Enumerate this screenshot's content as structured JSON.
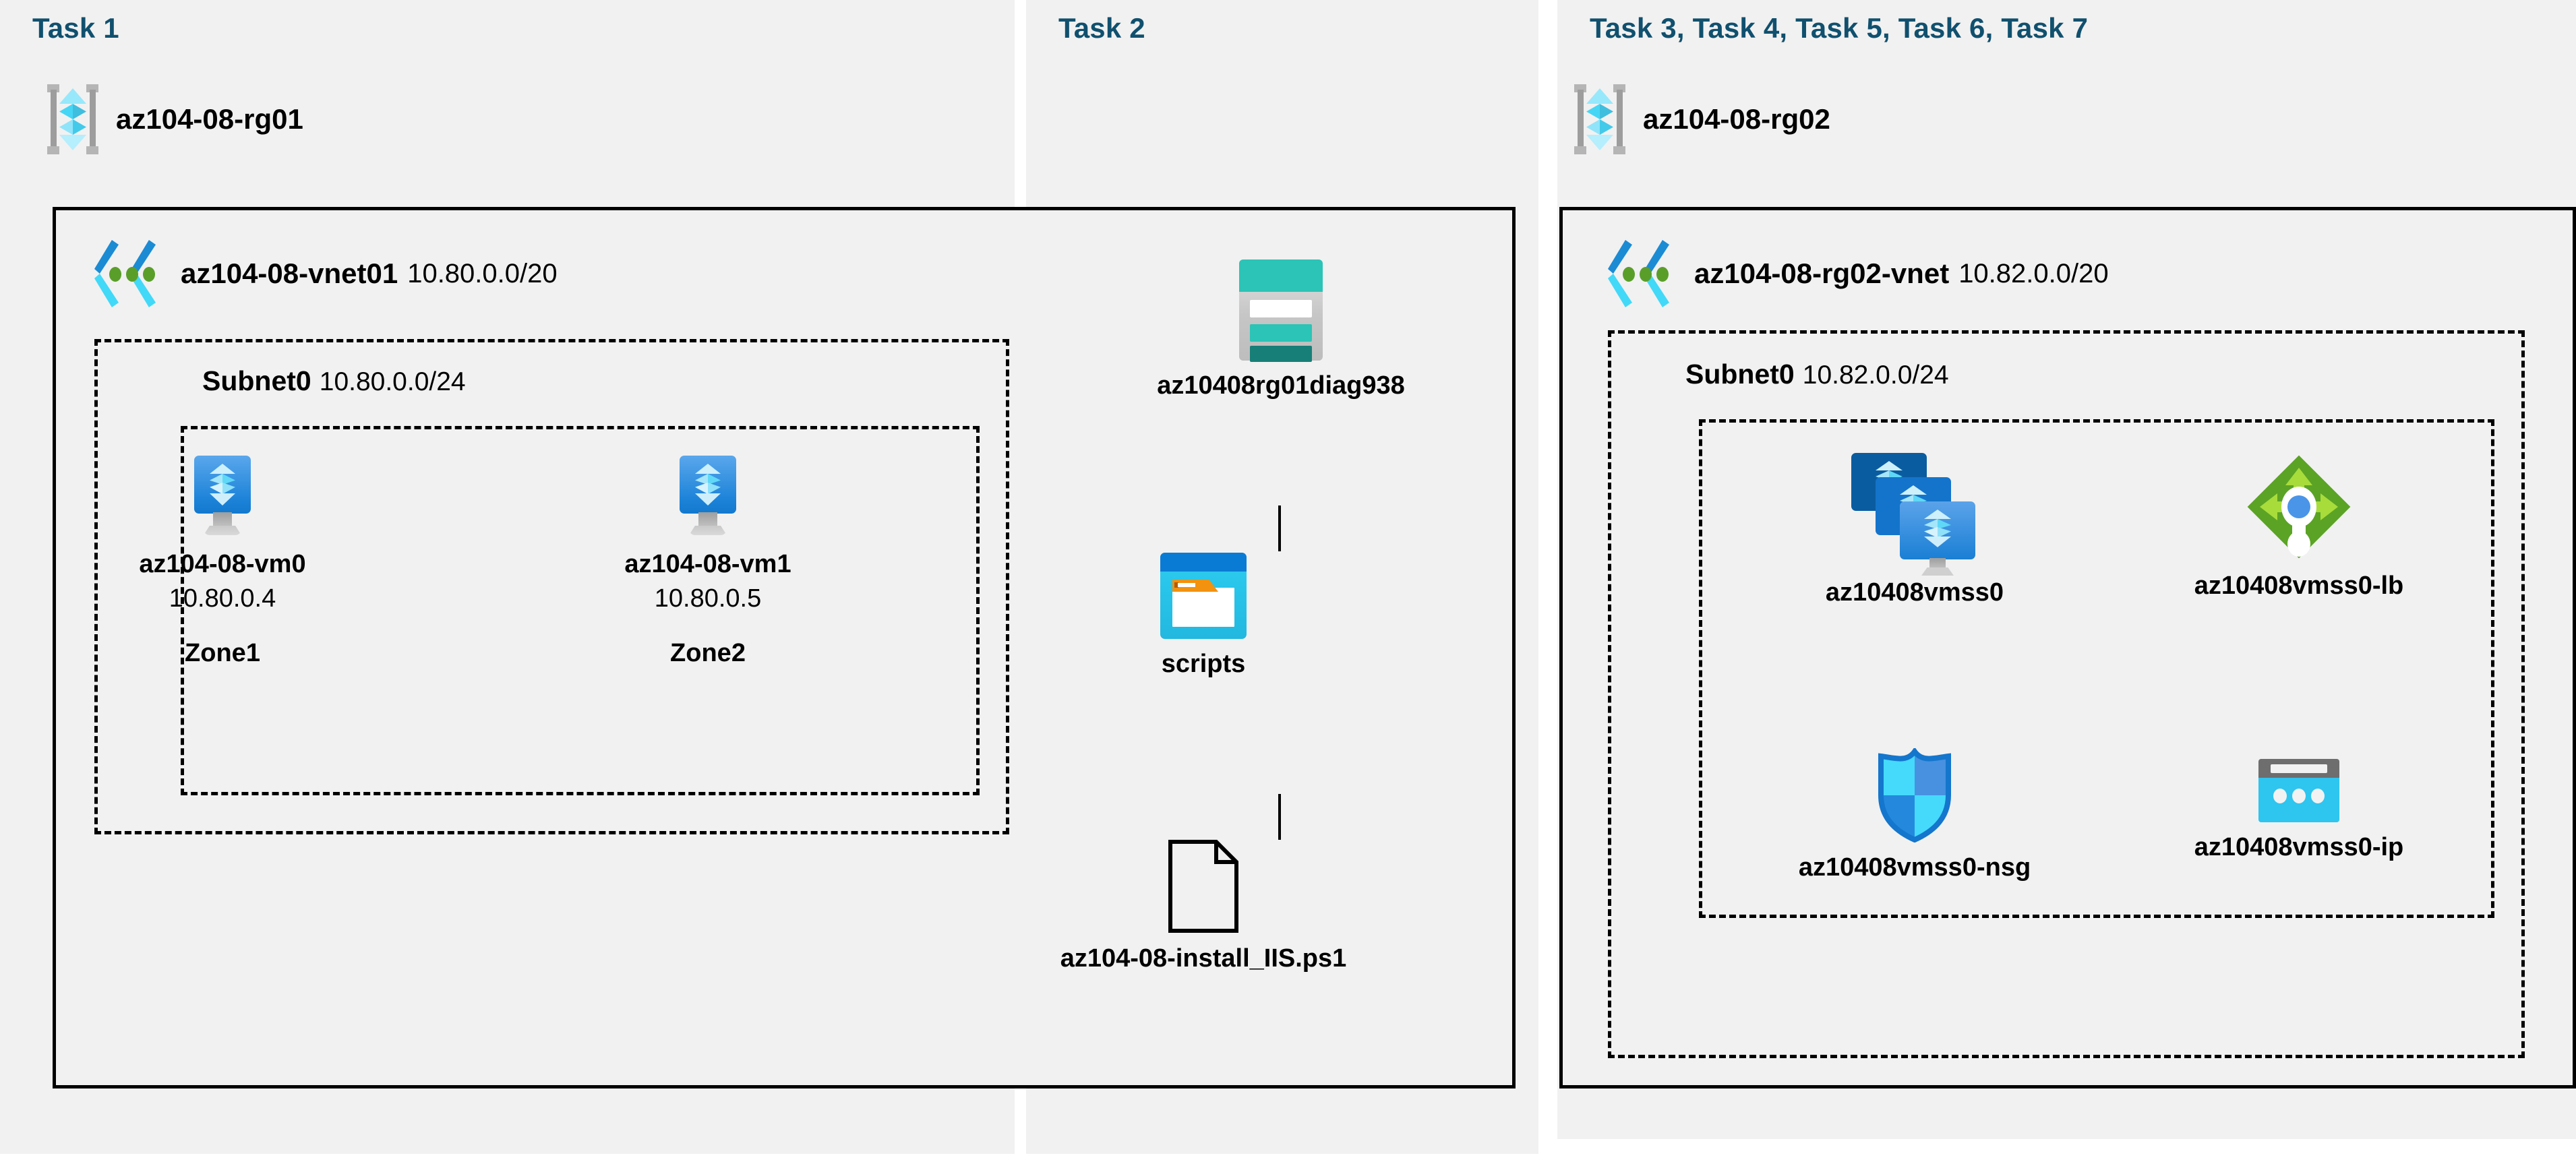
{
  "panels": [
    {
      "id": "task1",
      "label": "Task 1"
    },
    {
      "id": "task2",
      "label": "Task 2"
    },
    {
      "id": "task37",
      "label": "Task 3, Task 4, Task 5, Task 6, Task 7"
    }
  ],
  "resource_groups": [
    {
      "name": "az104-08-rg01",
      "icon": "resource-group-icon"
    },
    {
      "name": "az104-08-rg02",
      "icon": "resource-group-icon"
    }
  ],
  "vnets": [
    {
      "name": "az104-08-vnet01",
      "cidr": "10.80.0.0/20",
      "icon": "virtual-network-icon"
    },
    {
      "name": "az104-08-rg02-vnet",
      "cidr": "10.82.0.0/20",
      "icon": "virtual-network-icon"
    }
  ],
  "subnets": [
    {
      "name": "Subnet0",
      "cidr": "10.80.0.0/24"
    },
    {
      "name": "Subnet0",
      "cidr": "10.82.0.0/24"
    }
  ],
  "vms": [
    {
      "name": "az104-08-vm0",
      "ip": "10.80.0.4",
      "zone": "Zone1",
      "icon": "virtual-machine-icon"
    },
    {
      "name": "az104-08-vm1",
      "ip": "10.80.0.5",
      "zone": "Zone2",
      "icon": "virtual-machine-icon"
    }
  ],
  "storage": {
    "account": {
      "name": "az10408rg01diag938",
      "icon": "storage-account-icon"
    },
    "container": {
      "name": "scripts",
      "icon": "blob-container-icon"
    },
    "file": {
      "name": "az104-08-install_IIS.ps1",
      "icon": "file-icon"
    }
  },
  "scaleset_resources": [
    {
      "name": "az10408vmss0",
      "icon": "vm-scale-set-icon"
    },
    {
      "name": "az10408vmss0-lb",
      "icon": "load-balancer-icon"
    },
    {
      "name": "az10408vmss0-nsg",
      "icon": "network-security-group-icon"
    },
    {
      "name": "az10408vmss0-ip",
      "icon": "public-ip-address-icon"
    }
  ],
  "colors": {
    "panel_bg": "#f1f1f1",
    "task_label": "#10506e",
    "border": "#000000",
    "azure_blue": "#1b82d8",
    "cyan": "#42d9f8",
    "teal": "#2bc4b6",
    "green": "#5ba325",
    "gray": "#9d9d9d"
  }
}
